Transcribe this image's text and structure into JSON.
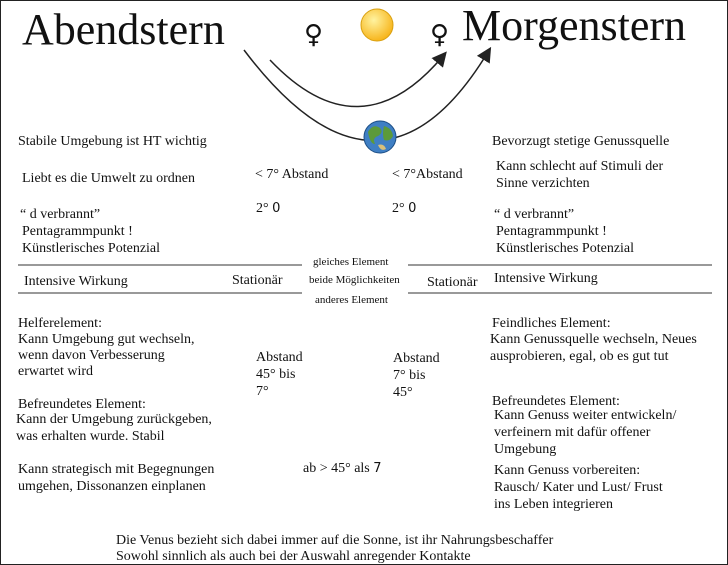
{
  "titles": {
    "left": "Abendstern",
    "right": "Morgenstern"
  },
  "symbols": {
    "venus_left": "♀",
    "venus_right": "♀",
    "sun": "sun-icon",
    "earth": "earth-icon"
  },
  "left": {
    "l1": "Stabile Umgebung ist HT wichtig",
    "l2": "Liebt es die Umwelt zu ordnen",
    "l3": "“ d verbrannt”",
    "l4": "Pentagrammpunkt !",
    "l5": "Künstlerisches Potenzial",
    "l6": "Intensive Wirkung",
    "l7": "Helferelement:",
    "l8": "Kann Umgebung gut wechseln,",
    "l9": "wenn davon Verbesserung",
    "l10": "erwartet wird",
    "l11": "Befreundetes Element:",
    "l12": "Kann der Umgebung zurückgeben,",
    "l13": "was erhalten wurde. Stabil",
    "l14": "Kann strategisch mit Begegnungen",
    "l15": "umgehen, Dissonanzen einplanen"
  },
  "right": {
    "r1": "Bevorzugt stetige Genussquelle",
    "r2": "Kann schlecht auf Stimuli der",
    "r3": "Sinne verzichten",
    "r4": "“ d verbrannt”",
    "r5": "Pentagrammpunkt !",
    "r6": "Künstlerisches Potenzial",
    "r7": "Intensive Wirkung",
    "r8": "Feindliches Element:",
    "r9": "Kann Genussquelle wechseln, Neues",
    "r10": "ausprobieren, egal, ob es gut tut",
    "r11": "Befreundetes Element:",
    "r12": "Kann Genuss weiter entwickeln/",
    "r13": "verfeinern mit dafür offener",
    "r14": "Umgebung",
    "r15": "Kann Genuss vorbereiten:",
    "r16": "Rausch/ Kater und Lust/ Frust",
    "r17": "ins Leben integrieren"
  },
  "center": {
    "c1": "< 7° Abstand",
    "c2": "< 7°Abstand",
    "c3a": "2° ",
    "c3b": "0",
    "c4a": "2° ",
    "c4b": "0",
    "stat_left": "Stationär",
    "stat_right": "Stationär",
    "m1": "gleiches  Element",
    "m2": "beide Möglichkeiten",
    "m3": "anderes  Element",
    "a1": "Abstand",
    "a2": "45° bis",
    "a3": "7°",
    "b1": "Abstand",
    "b2": "7° bis",
    "b3": "45°",
    "ab": "ab > 45° als ",
    "ab_num": "7"
  },
  "footer": {
    "f1": "Die Venus bezieht sich dabei immer auf die Sonne, ist ihr Nahrungsbeschaffer",
    "f2": "Sowohl sinnlich als auch bei der Auswahl anregender Kontakte"
  },
  "colors": {
    "sun": "#f7c21c",
    "earth_water": "#3f7fc4",
    "earth_land": "#5c9a3a"
  }
}
